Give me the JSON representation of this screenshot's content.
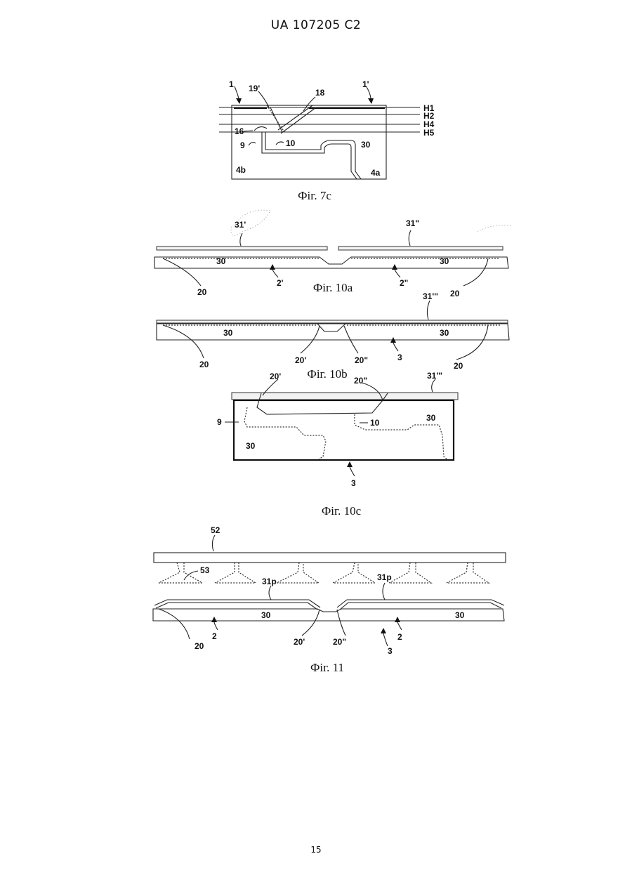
{
  "header": {
    "doc_id": "UA   107205   C2"
  },
  "page_number": "15",
  "figures": {
    "fig7c": {
      "caption": "Фіг. 7c",
      "labels": {
        "l1": "1",
        "l19p": "19'",
        "l18": "18",
        "l1p": "1'",
        "h1": "H1",
        "h2": "H2",
        "h4": "H4",
        "h5": "H5",
        "l16": "16",
        "l9": "9",
        "l10": "10",
        "l30": "30",
        "l4b": "4b",
        "l4a": "4a"
      }
    },
    "fig10a": {
      "caption": "Фіг. 10a",
      "labels": {
        "l31p": "31'",
        "l31pp": "31\"",
        "l30a": "30",
        "l30b": "30",
        "l20a": "20",
        "l2p": "2'",
        "l2pp": "2\"",
        "l20b": "20"
      }
    },
    "fig10b": {
      "caption": "Фіг. 10b",
      "labels": {
        "l31ppp": "31'''",
        "l30a": "30",
        "l30b": "30",
        "l20a": "20",
        "l20p": "20'",
        "l20pp": "20\"",
        "l3": "3",
        "l20b": "20"
      }
    },
    "fig10c": {
      "caption": "Фіг. 10c",
      "labels": {
        "l20p": "20'",
        "l20pp": "20\"",
        "l31ppp": "31'''",
        "l9": "9",
        "l10": "10",
        "l30a": "30",
        "l30b": "30",
        "l3": "3"
      }
    },
    "fig11": {
      "caption": "Фіг. 11",
      "labels": {
        "l52": "52",
        "l53": "53",
        "l31pa": "31p",
        "l31pb": "31p",
        "l30a": "30",
        "l30b": "30",
        "l20": "20",
        "l2a": "2",
        "l20p": "20'",
        "l20pp": "20\"",
        "l3": "3",
        "l2b": "2"
      }
    }
  }
}
